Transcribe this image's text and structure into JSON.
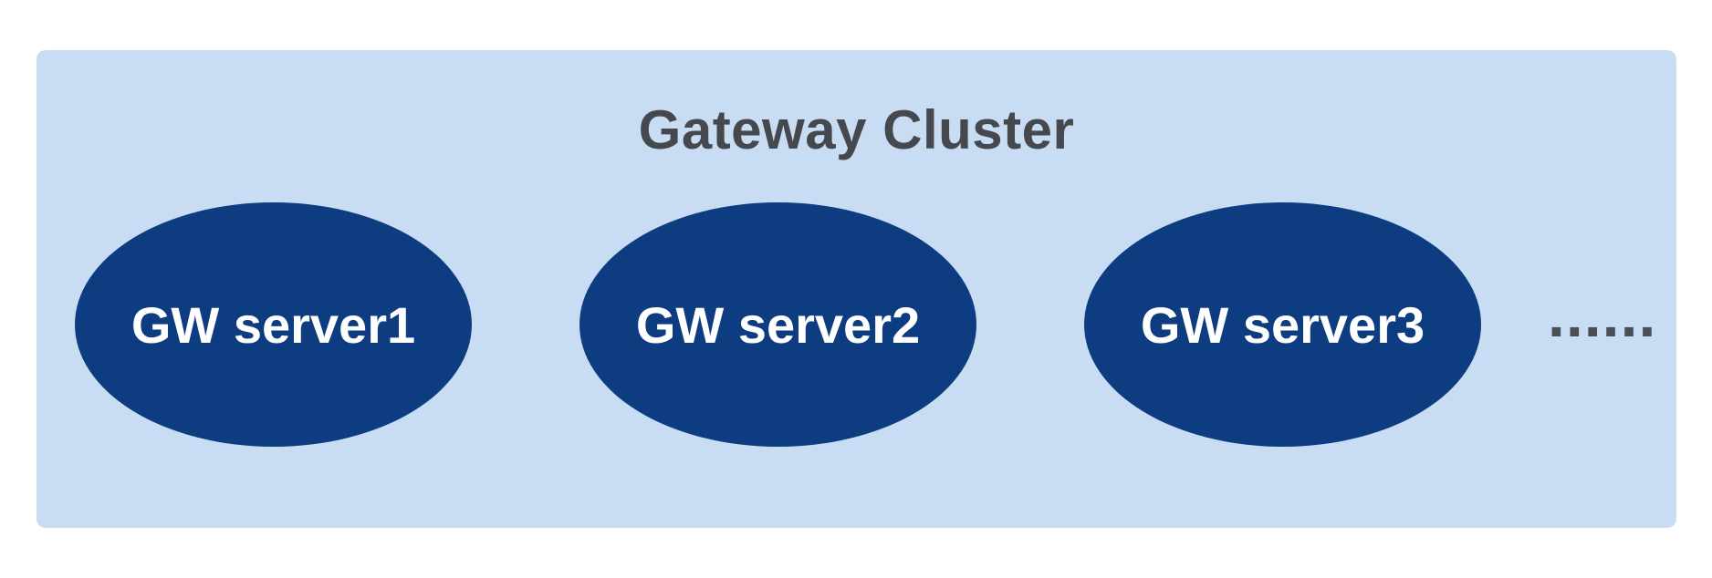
{
  "diagram": {
    "title": "Gateway Cluster",
    "nodes": [
      {
        "label": "GW server1"
      },
      {
        "label": "GW server2"
      },
      {
        "label": "GW server3"
      }
    ],
    "more_indicator": "......",
    "colors": {
      "page_bg": "#ffffff",
      "container_bg": "#c8ddf3",
      "node_fill": "#0d3c80",
      "node_text": "#ffffff",
      "title_text": "#45494e",
      "dots_text": "#4a4f54"
    }
  }
}
